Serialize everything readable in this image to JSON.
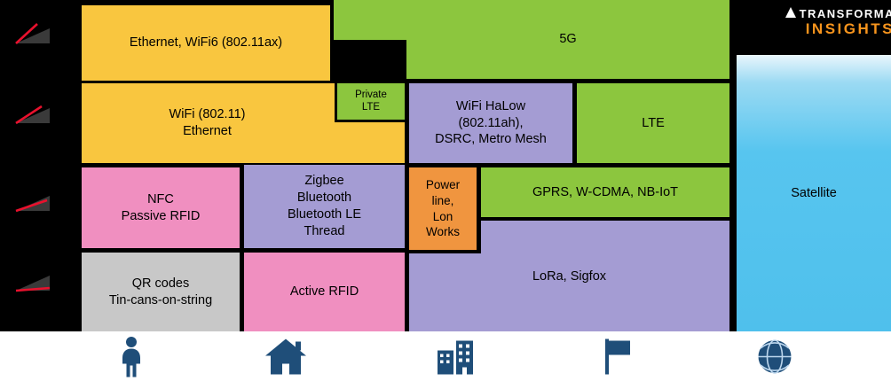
{
  "logo": {
    "brand_top": "TRANSFORMA",
    "brand_bottom": "INSIGHTS"
  },
  "palette": {
    "yellow": "#F9C63F",
    "green": "#8CC63E",
    "purple": "#A49CD3",
    "pink": "#F08FC0",
    "orange": "#F0953F",
    "gray": "#C8C8C8",
    "satellite_blue": "#57C5EF",
    "axis_icon_blue": "#1F4E79",
    "logo_orange": "#F7941D",
    "needle_red": "#E8112D",
    "background": "#000000"
  },
  "grid": {
    "blocks": {
      "ethernet_wifi6": {
        "label": "Ethernet, WiFi6 (802.11ax)",
        "color": "#F9C63F"
      },
      "five_g": {
        "label": "5G",
        "color": "#8CC63E"
      },
      "wifi_ethernet": {
        "label": "WiFi (802.11)\nEthernet",
        "color": "#F9C63F"
      },
      "private_lte": {
        "label": "Private\nLTE",
        "color": "#8CC63E"
      },
      "wifi_halow": {
        "label": "WiFi HaLow\n(802.11ah),\nDSRC, Metro Mesh",
        "color": "#A49CD3"
      },
      "lte": {
        "label": "LTE",
        "color": "#8CC63E"
      },
      "nfc_passive_rfid": {
        "label": "NFC\nPassive RFID",
        "color": "#F08FC0"
      },
      "zigbee_bluetooth_thread": {
        "label": "Zigbee\nBluetooth\nBluetooth LE\nThread",
        "color": "#A49CD3"
      },
      "powerline_lonworks": {
        "label": "Power\nline,\nLon\nWorks",
        "color": "#F0953F"
      },
      "gprs_wcdma_nbiot": {
        "label": "GPRS, W-CDMA, NB-IoT",
        "color": "#8CC63E"
      },
      "lora_sigfox": {
        "label": "LoRa, Sigfox",
        "color": "#A49CD3"
      },
      "qr_codes": {
        "label": "QR codes\nTin-cans-on-string",
        "color": "#C8C8C8"
      },
      "active_rfid": {
        "label": "Active RFID",
        "color": "#F08FC0"
      },
      "satellite": {
        "label": "Satellite",
        "color": "#57C5EF"
      }
    }
  },
  "axes": {
    "range_icons": [
      "person-icon",
      "home-icon",
      "city-icon",
      "flag-icon",
      "globe-icon"
    ],
    "data_rate_icons": [
      "gauge-high-icon",
      "gauge-medium-high-icon",
      "gauge-medium-low-icon",
      "gauge-low-icon"
    ]
  }
}
